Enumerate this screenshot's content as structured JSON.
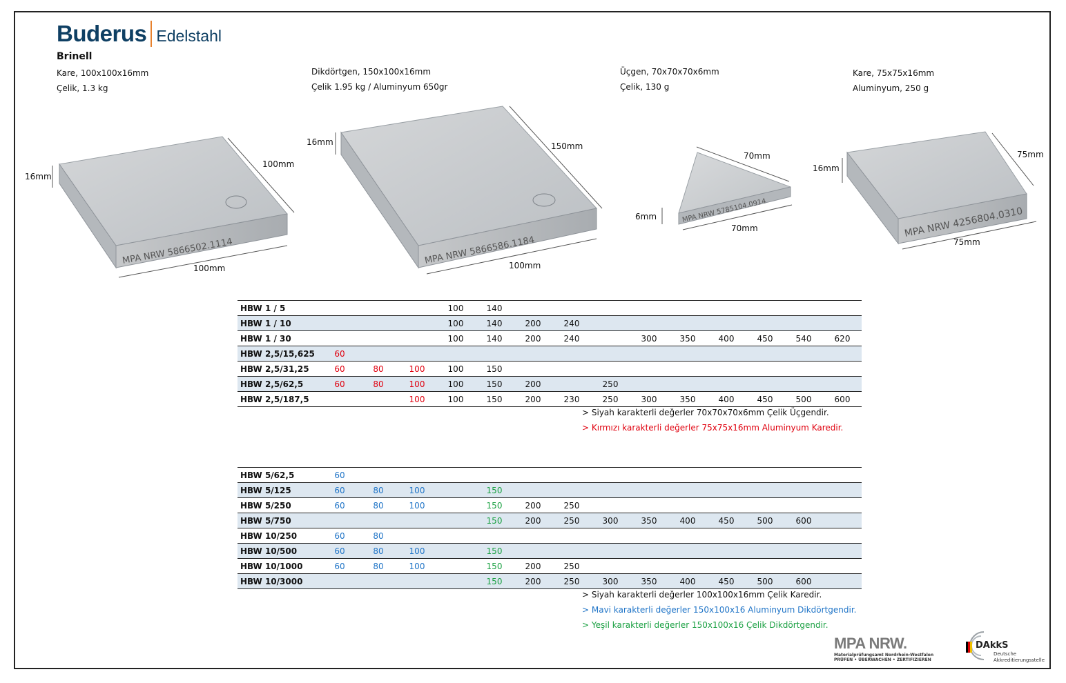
{
  "brand": {
    "name": "Buderus",
    "sub": "Edelstahl"
  },
  "page_title": "Brinell",
  "blocks": [
    {
      "line1": "Kare, 100x100x16mm",
      "line2": "Çelik, 1.3 kg"
    },
    {
      "line1": "Dikdörtgen, 150x100x16mm",
      "line2": "Çelik  1.95 kg / Aluminyum 650gr"
    },
    {
      "line1": "Üçgen, 70x70x70x6mm",
      "line2": "Çelik,  130 g"
    },
    {
      "line1": "Kare, 75x75x16mm",
      "line2": "Aluminyum, 250 g"
    }
  ],
  "photos": [
    {
      "engraving": "MPA NRW  5866502.1114",
      "dims": {
        "height": "16mm",
        "depth": "100mm",
        "width": "100mm"
      }
    },
    {
      "engraving": "MPA NRW  5866586.1184",
      "dims": {
        "height": "16mm",
        "depth": "150mm",
        "width": "100mm"
      }
    },
    {
      "engraving": "MPA NRW  5785104.0914",
      "dims": {
        "height": "6mm",
        "side": "70mm",
        "width": "70mm"
      }
    },
    {
      "engraving": "MPA NRW 4256804.0310",
      "dims": {
        "height": "16mm",
        "depth": "75mm",
        "width": "75mm"
      }
    }
  ],
  "colors": {
    "black": "#111111",
    "red": "#e0000e",
    "blue": "#1f74c7",
    "green": "#1aa042",
    "row_shade": "#dde7f0",
    "brand": "#0e3f63",
    "brand_accent": "#e7812d"
  },
  "table1": {
    "rows": [
      {
        "label": "HBW 1 / 5",
        "cells": [
          [
            "",
            ""
          ],
          [
            "",
            ""
          ],
          [
            "",
            ""
          ],
          [
            "100",
            "black"
          ],
          [
            "140",
            "black"
          ],
          [
            "",
            ""
          ],
          [
            "",
            ""
          ],
          [
            "",
            ""
          ],
          [
            "",
            ""
          ],
          [
            "",
            ""
          ],
          [
            "",
            ""
          ],
          [
            "",
            ""
          ],
          [
            "",
            ""
          ],
          [
            "",
            ""
          ]
        ]
      },
      {
        "label": "HBW 1 / 10",
        "cells": [
          [
            "",
            ""
          ],
          [
            "",
            ""
          ],
          [
            "",
            ""
          ],
          [
            "100",
            "black"
          ],
          [
            "140",
            "black"
          ],
          [
            "200",
            "black"
          ],
          [
            "240",
            "black"
          ],
          [
            "",
            ""
          ],
          [
            "",
            ""
          ],
          [
            "",
            ""
          ],
          [
            "",
            ""
          ],
          [
            "",
            ""
          ],
          [
            "",
            ""
          ],
          [
            "",
            ""
          ]
        ]
      },
      {
        "label": "HBW 1 / 30",
        "cells": [
          [
            "",
            ""
          ],
          [
            "",
            ""
          ],
          [
            "",
            ""
          ],
          [
            "100",
            "black"
          ],
          [
            "140",
            "black"
          ],
          [
            "200",
            "black"
          ],
          [
            "240",
            "black"
          ],
          [
            "",
            ""
          ],
          [
            "300",
            "black"
          ],
          [
            "350",
            "black"
          ],
          [
            "400",
            "black"
          ],
          [
            "450",
            "black"
          ],
          [
            "540",
            "black"
          ],
          [
            "620",
            "black"
          ]
        ]
      },
      {
        "label": "HBW 2,5/15,625",
        "cells": [
          [
            "60",
            "red"
          ],
          [
            "",
            ""
          ],
          [
            "",
            ""
          ],
          [
            "",
            ""
          ],
          [
            "",
            ""
          ],
          [
            "",
            ""
          ],
          [
            "",
            ""
          ],
          [
            "",
            ""
          ],
          [
            "",
            ""
          ],
          [
            "",
            ""
          ],
          [
            "",
            ""
          ],
          [
            "",
            ""
          ],
          [
            "",
            ""
          ],
          [
            "",
            ""
          ]
        ]
      },
      {
        "label": "HBW 2,5/31,25",
        "cells": [
          [
            "60",
            "red"
          ],
          [
            "80",
            "red"
          ],
          [
            "100",
            "red"
          ],
          [
            "100",
            "black"
          ],
          [
            "150",
            "black"
          ],
          [
            "",
            ""
          ],
          [
            "",
            ""
          ],
          [
            "",
            ""
          ],
          [
            "",
            ""
          ],
          [
            "",
            ""
          ],
          [
            "",
            ""
          ],
          [
            "",
            ""
          ],
          [
            "",
            ""
          ],
          [
            "",
            ""
          ]
        ]
      },
      {
        "label": "HBW 2,5/62,5",
        "cells": [
          [
            "60",
            "red"
          ],
          [
            "80",
            "red"
          ],
          [
            "100",
            "red"
          ],
          [
            "100",
            "black"
          ],
          [
            "150",
            "black"
          ],
          [
            "200",
            "black"
          ],
          [
            "",
            ""
          ],
          [
            "250",
            "black"
          ],
          [
            "",
            ""
          ],
          [
            "",
            ""
          ],
          [
            "",
            ""
          ],
          [
            "",
            ""
          ],
          [
            "",
            ""
          ],
          [
            "",
            ""
          ]
        ]
      },
      {
        "label": "HBW 2,5/187,5",
        "cells": [
          [
            "",
            ""
          ],
          [
            "",
            ""
          ],
          [
            "100",
            "red"
          ],
          [
            "100",
            "black"
          ],
          [
            "150",
            "black"
          ],
          [
            "200",
            "black"
          ],
          [
            "230",
            "black"
          ],
          [
            "250",
            "black"
          ],
          [
            "300",
            "black"
          ],
          [
            "350",
            "black"
          ],
          [
            "400",
            "black"
          ],
          [
            "450",
            "black"
          ],
          [
            "500",
            "black"
          ],
          [
            "600",
            "black"
          ]
        ]
      }
    ],
    "notes": [
      {
        "text": "> Siyah karakterli değerler 70x70x70x6mm Çelik Üçgendir.",
        "color": "black"
      },
      {
        "text": "> Kırmızı karakterli değerler 75x75x16mm Aluminyum Karedir.",
        "color": "red"
      }
    ]
  },
  "table2": {
    "rows": [
      {
        "label": "HBW 5/62,5",
        "cells": [
          [
            "60",
            "blue"
          ],
          [
            "",
            ""
          ],
          [
            "",
            ""
          ],
          [
            "",
            ""
          ],
          [
            "",
            ""
          ],
          [
            "",
            ""
          ],
          [
            "",
            ""
          ],
          [
            "",
            ""
          ],
          [
            "",
            ""
          ],
          [
            "",
            ""
          ],
          [
            "",
            ""
          ],
          [
            "",
            ""
          ],
          [
            "",
            ""
          ],
          [
            "",
            ""
          ]
        ]
      },
      {
        "label": "HBW 5/125",
        "cells": [
          [
            "60",
            "blue"
          ],
          [
            "80",
            "blue"
          ],
          [
            "100",
            "blue"
          ],
          [
            "",
            ""
          ],
          [
            "150",
            "green"
          ],
          [
            "",
            ""
          ],
          [
            "",
            ""
          ],
          [
            "",
            ""
          ],
          [
            "",
            ""
          ],
          [
            "",
            ""
          ],
          [
            "",
            ""
          ],
          [
            "",
            ""
          ],
          [
            "",
            ""
          ],
          [
            "",
            ""
          ]
        ]
      },
      {
        "label": "HBW 5/250",
        "cells": [
          [
            "60",
            "blue"
          ],
          [
            "80",
            "blue"
          ],
          [
            "100",
            "blue"
          ],
          [
            "",
            ""
          ],
          [
            "150",
            "green"
          ],
          [
            "200",
            "black"
          ],
          [
            "250",
            "black"
          ],
          [
            "",
            ""
          ],
          [
            "",
            ""
          ],
          [
            "",
            ""
          ],
          [
            "",
            ""
          ],
          [
            "",
            ""
          ],
          [
            "",
            ""
          ],
          [
            "",
            ""
          ]
        ]
      },
      {
        "label": "HBW 5/750",
        "cells": [
          [
            "",
            ""
          ],
          [
            "",
            ""
          ],
          [
            "",
            ""
          ],
          [
            "",
            ""
          ],
          [
            "150",
            "green"
          ],
          [
            "200",
            "black"
          ],
          [
            "250",
            "black"
          ],
          [
            "300",
            "black"
          ],
          [
            "350",
            "black"
          ],
          [
            "400",
            "black"
          ],
          [
            "450",
            "black"
          ],
          [
            "500",
            "black"
          ],
          [
            "600",
            "black"
          ],
          [
            "",
            ""
          ]
        ]
      },
      {
        "label": "HBW 10/250",
        "cells": [
          [
            "60",
            "blue"
          ],
          [
            "80",
            "blue"
          ],
          [
            "",
            ""
          ],
          [
            "",
            ""
          ],
          [
            "",
            ""
          ],
          [
            "",
            ""
          ],
          [
            "",
            ""
          ],
          [
            "",
            ""
          ],
          [
            "",
            ""
          ],
          [
            "",
            ""
          ],
          [
            "",
            ""
          ],
          [
            "",
            ""
          ],
          [
            "",
            ""
          ],
          [
            "",
            ""
          ]
        ]
      },
      {
        "label": "HBW 10/500",
        "cells": [
          [
            "60",
            "blue"
          ],
          [
            "80",
            "blue"
          ],
          [
            "100",
            "blue"
          ],
          [
            "",
            ""
          ],
          [
            "150",
            "green"
          ],
          [
            "",
            ""
          ],
          [
            "",
            ""
          ],
          [
            "",
            ""
          ],
          [
            "",
            ""
          ],
          [
            "",
            ""
          ],
          [
            "",
            ""
          ],
          [
            "",
            ""
          ],
          [
            "",
            ""
          ],
          [
            "",
            ""
          ]
        ]
      },
      {
        "label": "HBW 10/1000",
        "cells": [
          [
            "60",
            "blue"
          ],
          [
            "80",
            "blue"
          ],
          [
            "100",
            "blue"
          ],
          [
            "",
            ""
          ],
          [
            "150",
            "green"
          ],
          [
            "200",
            "black"
          ],
          [
            "250",
            "black"
          ],
          [
            "",
            ""
          ],
          [
            "",
            ""
          ],
          [
            "",
            ""
          ],
          [
            "",
            ""
          ],
          [
            "",
            ""
          ],
          [
            "",
            ""
          ],
          [
            "",
            ""
          ]
        ]
      },
      {
        "label": "HBW 10/3000",
        "cells": [
          [
            "",
            ""
          ],
          [
            "",
            ""
          ],
          [
            "",
            ""
          ],
          [
            "",
            ""
          ],
          [
            "150",
            "green"
          ],
          [
            "200",
            "black"
          ],
          [
            "250",
            "black"
          ],
          [
            "300",
            "black"
          ],
          [
            "350",
            "black"
          ],
          [
            "400",
            "black"
          ],
          [
            "450",
            "black"
          ],
          [
            "500",
            "black"
          ],
          [
            "600",
            "black"
          ],
          [
            "",
            ""
          ]
        ]
      }
    ],
    "notes": [
      {
        "text": "> Siyah karakterli değerler 100x100x16mm Çelik Karedir.",
        "color": "black"
      },
      {
        "text": "> Mavi karakterli değerler 150x100x16 Aluminyum Dikdörtgendir.",
        "color": "blue"
      },
      {
        "text": "> Yeşil karakterli değerler 150x100x16 Çelik Dikdörtgendir.",
        "color": "green"
      }
    ]
  },
  "logos": {
    "mpa": {
      "mark": "MPA NRW.",
      "line1": "Materialprüfungsamt Nordrhein-Westfalen",
      "line2": "PRÜFEN • ÜBERWACHEN • ZERTIFIZIEREN"
    },
    "dakks": {
      "mark": "DAkkS",
      "line1": "Deutsche",
      "line2": "Akkreditierungsstelle"
    }
  }
}
